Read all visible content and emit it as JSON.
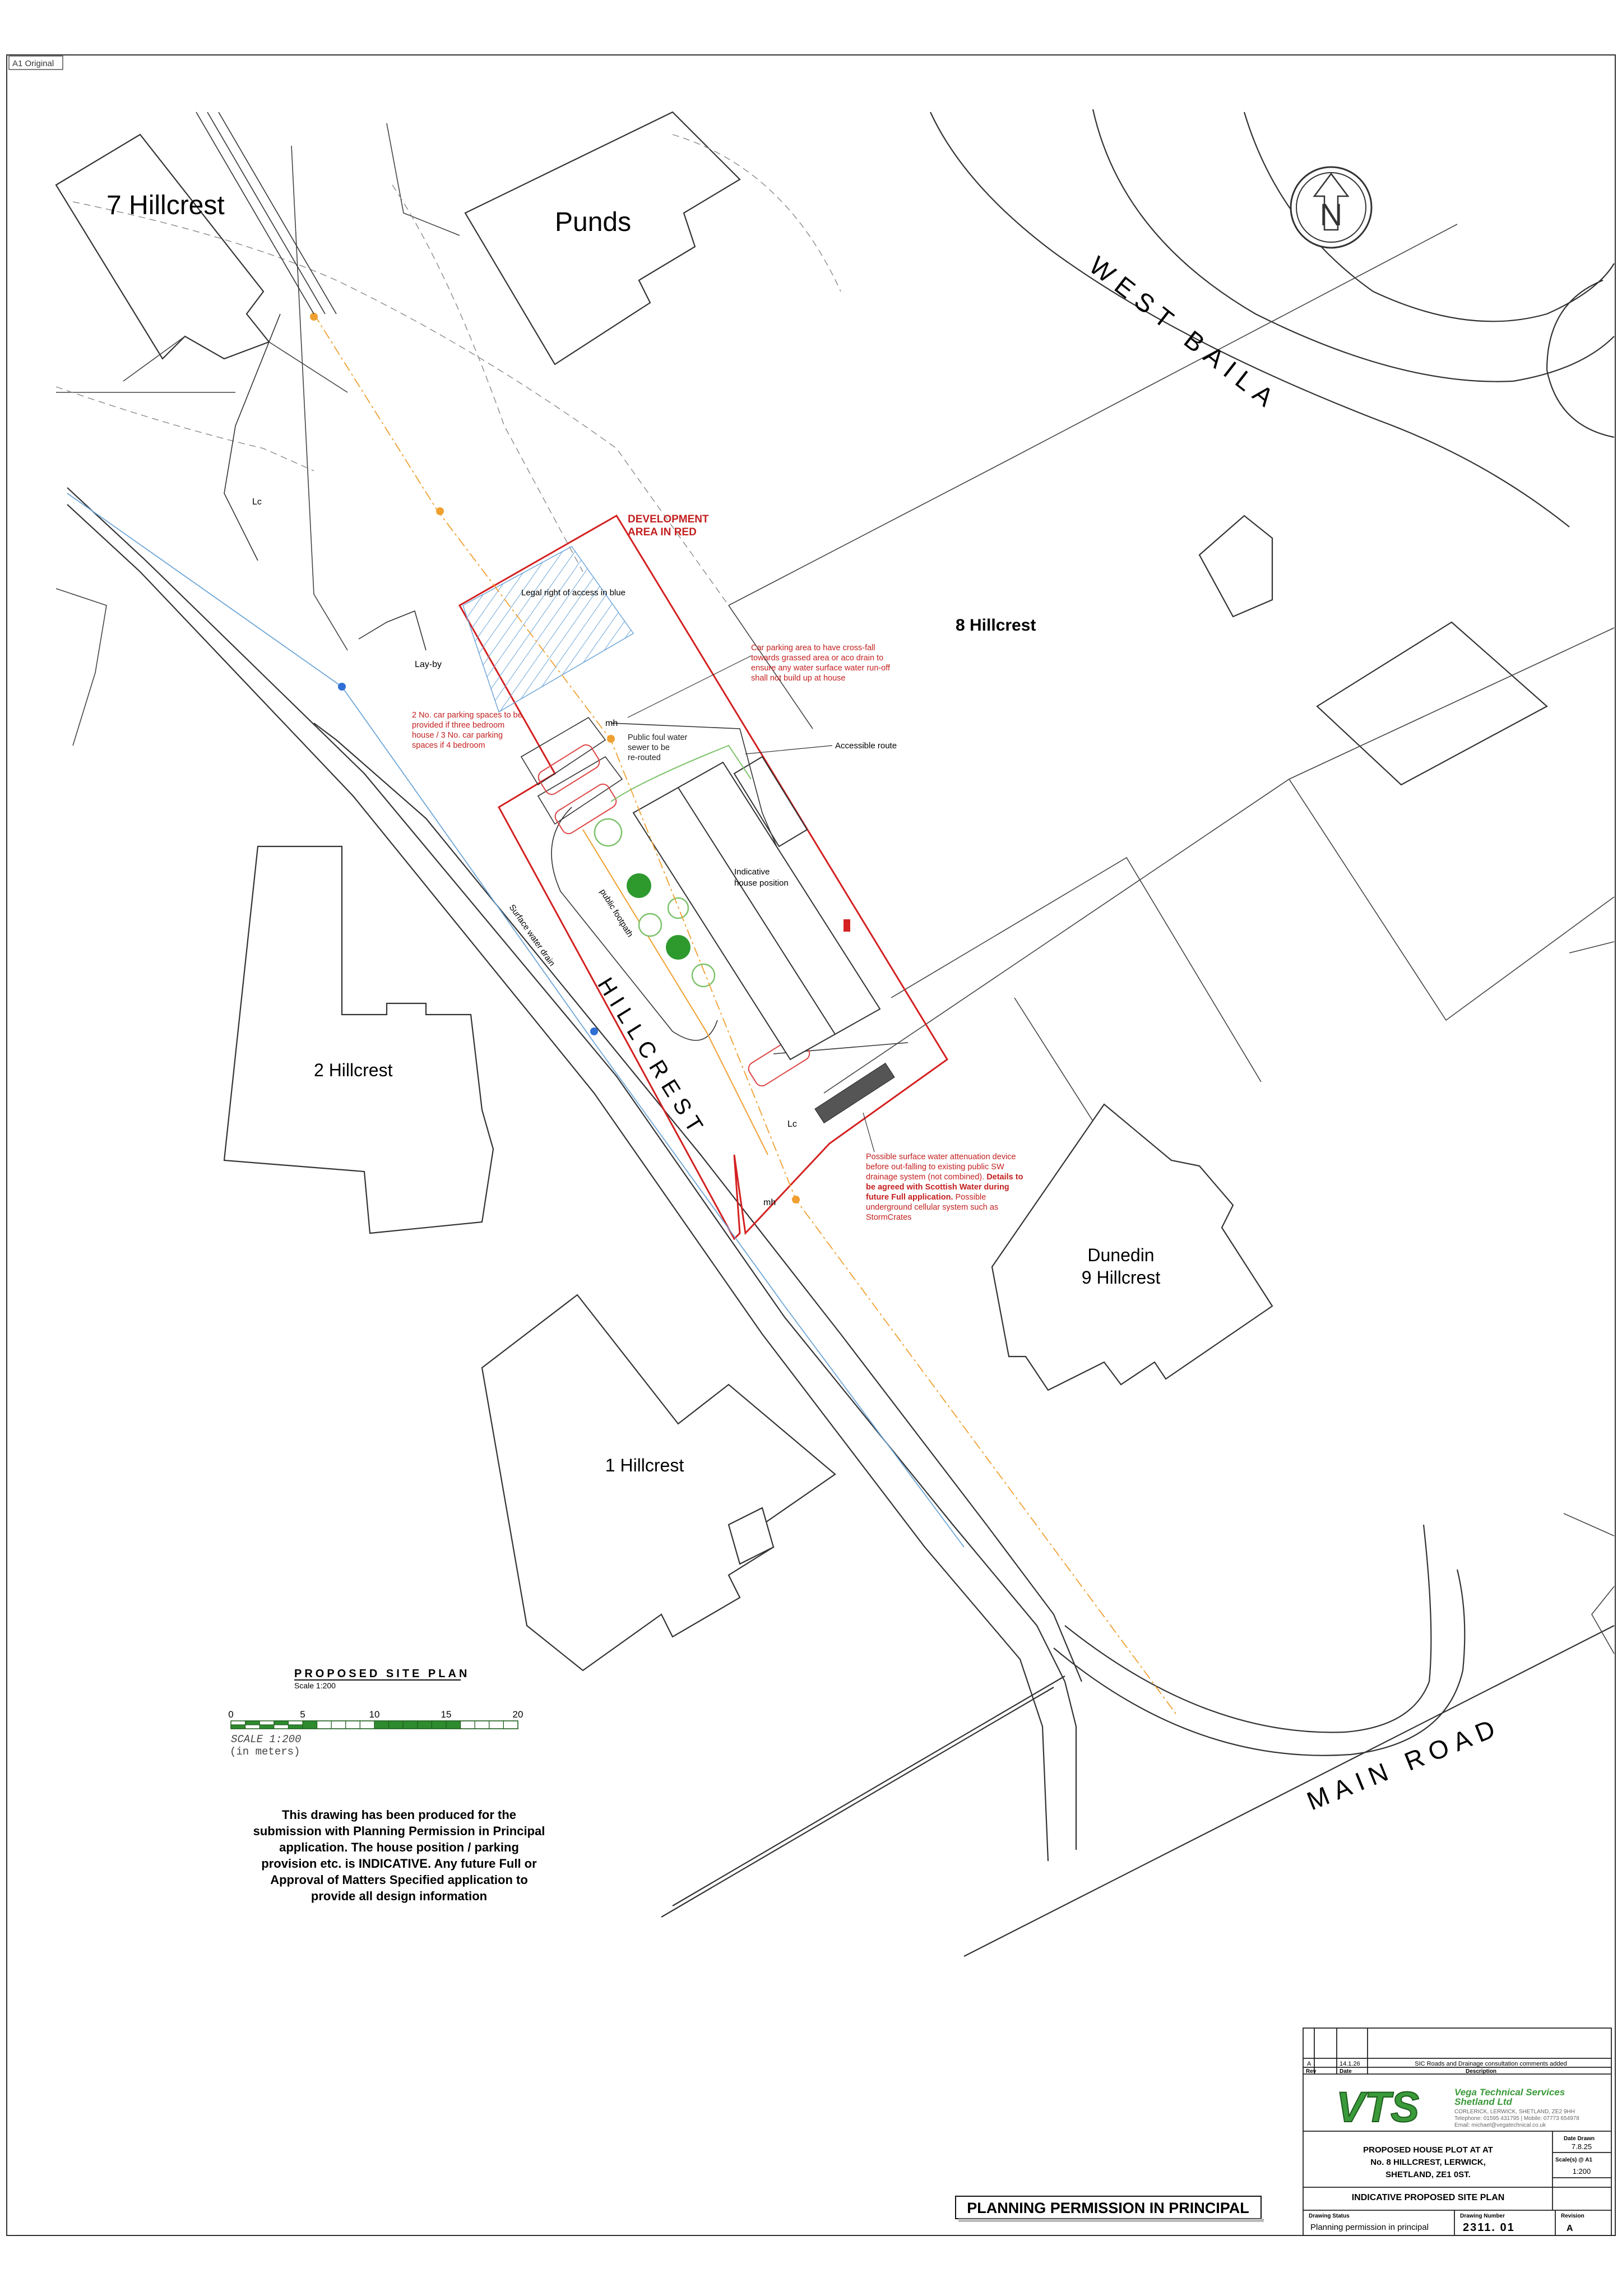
{
  "sheet_size": "A1 Original",
  "colors": {
    "line": "#333333",
    "boundary_red": "#d42020",
    "access_blue": "#6ea6d8",
    "footpath_green": "#7cc36a",
    "drain_blue": "#2f6fd6",
    "sewer_orange": "#f0a030",
    "tree_green": "#2e9a2e",
    "logo_green": "#3a9a3a",
    "annotation_red": "#c42020"
  },
  "north_arrow": {
    "icon": "north-arrow-icon",
    "letter": "N"
  },
  "labels": {
    "hillcrest_7": "7 Hillcrest",
    "punds": "Punds",
    "west_baila": "WEST BAILA",
    "hillcrest_8": "8 Hillcrest",
    "hillcrest_2": "2 Hillcrest",
    "hillcrest_road": "HILLCREST",
    "dunedin_1": "Dunedin",
    "dunedin_2": "9 Hillcrest",
    "hillcrest_1": "1 Hillcrest",
    "main_road": "MAIN ROAD",
    "lay_by": "Lay-by",
    "mh": "mh",
    "lc": "Lc",
    "surface_water_drain": "Surface water drain",
    "public_footpath": "public footpath",
    "indicative_house_1": "Indicative",
    "indicative_house_2": "house position",
    "accessible_route": "Accessible route",
    "legal_row": "Legal right of access in blue",
    "development_1": "DEVELOPMENT",
    "development_2": "AREA IN RED"
  },
  "annotations": {
    "parking_spaces": [
      "2 No. car parking spaces to be",
      "provided if three bedroom",
      "house / 3 No. car parking",
      "spaces if 4 bedroom"
    ],
    "foul_sewer": [
      "Public foul water",
      "sewer to be",
      "re-routed"
    ],
    "car_park_fall": [
      "Car parking area to have cross-fall",
      "towards grassed area or aco drain to",
      "ensure any water surface water run-off",
      "shall not build up at house"
    ],
    "attenuation": [
      "Possible surface water attenuation device",
      "before out-falling to existing public SW",
      "drainage system (not combined).",
      "Details to",
      "be agreed with Scottish Water during",
      "future Full application.",
      "Possible",
      "underground cellular system such as",
      "StormCrates"
    ]
  },
  "site_plan": {
    "title": "PROPOSED SITE PLAN",
    "scale": "Scale 1:200",
    "scale_ticks": [
      "0",
      "5",
      "10",
      "15",
      "20"
    ],
    "scale_text": "SCALE 1:200",
    "units_text": "(in meters)"
  },
  "disclaimer": [
    "This drawing has been produced for the",
    "submission with Planning Permission in Principal",
    "application.  The house position / parking",
    "provision etc. is INDICATIVE.  Any future Full or",
    "Approval of Matters Specified application to",
    "provide all design information"
  ],
  "stamp": "PLANNING PERMISSION IN PRINCIPAL",
  "title_block": {
    "revision_row": {
      "rev": "A",
      "date": "14.1.26",
      "description": "SIC Roads and Drainage consultation comments added"
    },
    "headers": {
      "rev": "Rev",
      "date": "Date",
      "description": "Description"
    },
    "company": {
      "logo": "VTS",
      "name_1": "Vega Technical Services",
      "name_2": "Shetland Ltd",
      "address": "CORLERICK, LERWICK, SHETLAND, ZE2 9HH",
      "phone": "Telephone: 01595 431795 | Mobile: 07773 654978",
      "email": "Email: michael@vegatechnical.co.uk"
    },
    "project": [
      "PROPOSED HOUSE PLOT AT AT",
      "No. 8 HILLCREST, LERWICK,",
      "SHETLAND, ZE1 0ST."
    ],
    "date_drawn_label": "Date Drawn",
    "date_drawn": "7.8.25",
    "scale_label": "Scale(s) @ A1",
    "scale": "1:200",
    "drawing_title": "INDICATIVE PROPOSED SITE PLAN",
    "status_label": "Drawing Status",
    "status": "Planning permission in principal",
    "number_label": "Drawing Number",
    "number": "2311. 01",
    "revision_label": "Revision",
    "revision": "A"
  }
}
